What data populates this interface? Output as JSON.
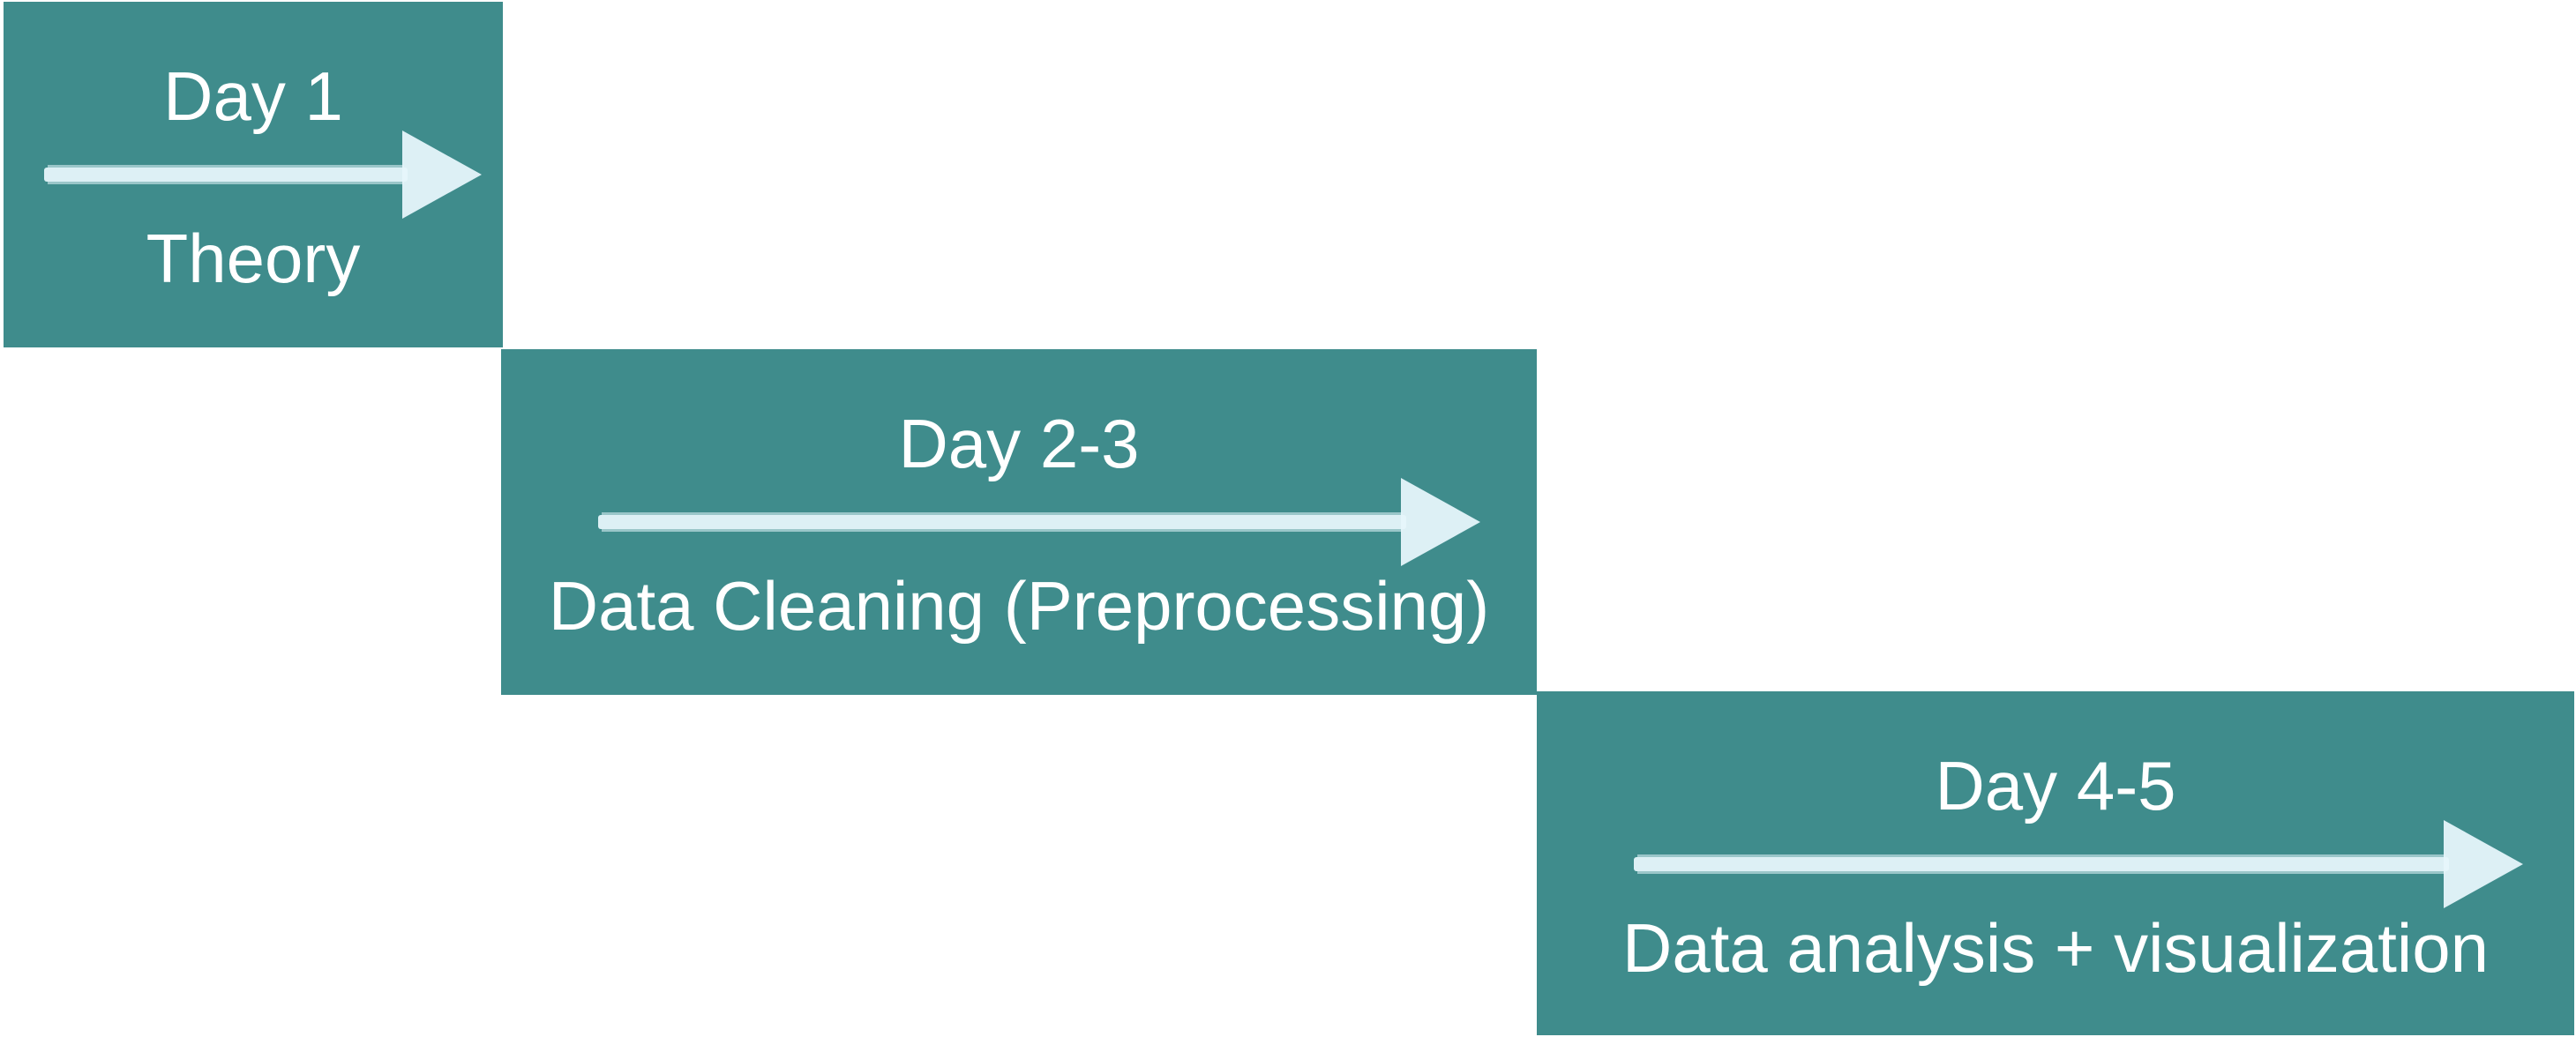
{
  "colors": {
    "box_fill": "#3f8c8c",
    "text": "#ffffff",
    "arrow": "#e6f6fb",
    "background": "#ffffff"
  },
  "phases": [
    {
      "title": "Day 1",
      "label": "Theory",
      "icon": "chalk-arrow-right-icon"
    },
    {
      "title": "Day 2-3",
      "label": "Data Cleaning (Preprocessing)",
      "icon": "chalk-arrow-right-icon"
    },
    {
      "title": "Day 4-5",
      "label": "Data analysis + visualization",
      "icon": "chalk-arrow-right-icon"
    }
  ]
}
